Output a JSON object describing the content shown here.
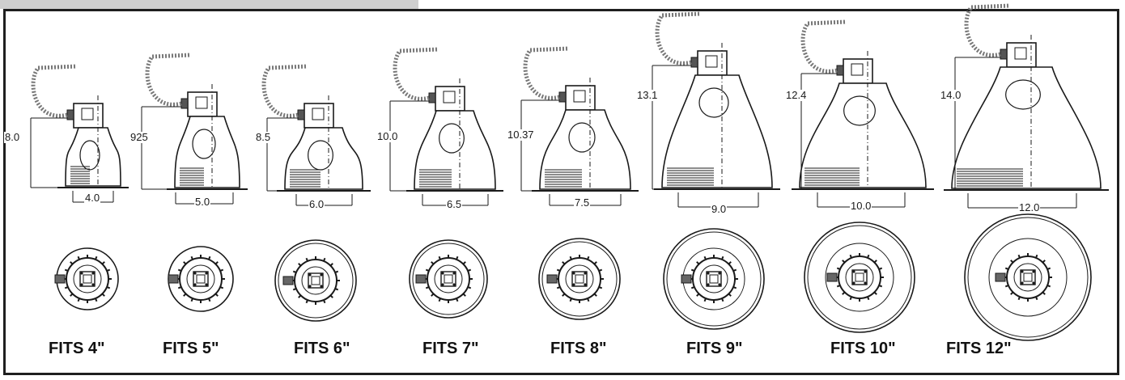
{
  "fixtures": [
    {
      "height_label": "8.0",
      "width_label": "4.0",
      "fit_label": "FITS 4\""
    },
    {
      "height_label": "925",
      "width_label": "5.0",
      "fit_label": "FITS 5\""
    },
    {
      "height_label": "8.5",
      "width_label": "6.0",
      "fit_label": "FITS 6\""
    },
    {
      "height_label": "10.0",
      "width_label": "6.5",
      "fit_label": "FITS 7\""
    },
    {
      "height_label": "10.37",
      "width_label": "7.5",
      "fit_label": "FITS 8\""
    },
    {
      "height_label": "13.1",
      "width_label": "9.0",
      "fit_label": "FITS 9\""
    },
    {
      "height_label": "12.4",
      "width_label": "10.0",
      "fit_label": "FITS 10\""
    },
    {
      "height_label": "14.0",
      "width_label": "12.0",
      "fit_label": "FITS 12\""
    }
  ]
}
